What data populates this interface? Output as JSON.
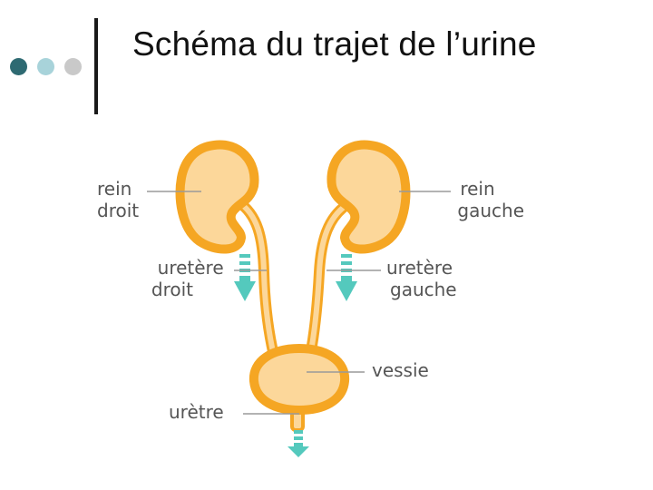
{
  "slide": {
    "title": "Schéma du trajet de l’urine",
    "bullet_colors": [
      "#2e6a72",
      "#a8d3da",
      "#c9c9c9"
    ]
  },
  "diagram": {
    "labels": {
      "rein_droit": [
        "rein",
        "droit"
      ],
      "rein_gauche": [
        "rein",
        "gauche"
      ],
      "uretere_droit": [
        "uretère",
        "droit"
      ],
      "uretere_gauche": [
        "uretère",
        "gauche"
      ],
      "vessie": "vessie",
      "uretre": "urètre"
    },
    "colors": {
      "organ_outline": "#f5a623",
      "organ_fill": "#fcd79a",
      "arrow": "#54c9bd",
      "leader": "#9a9a9a",
      "label": "#555555"
    },
    "icons": [
      "flow-down-arrow-icon"
    ]
  }
}
